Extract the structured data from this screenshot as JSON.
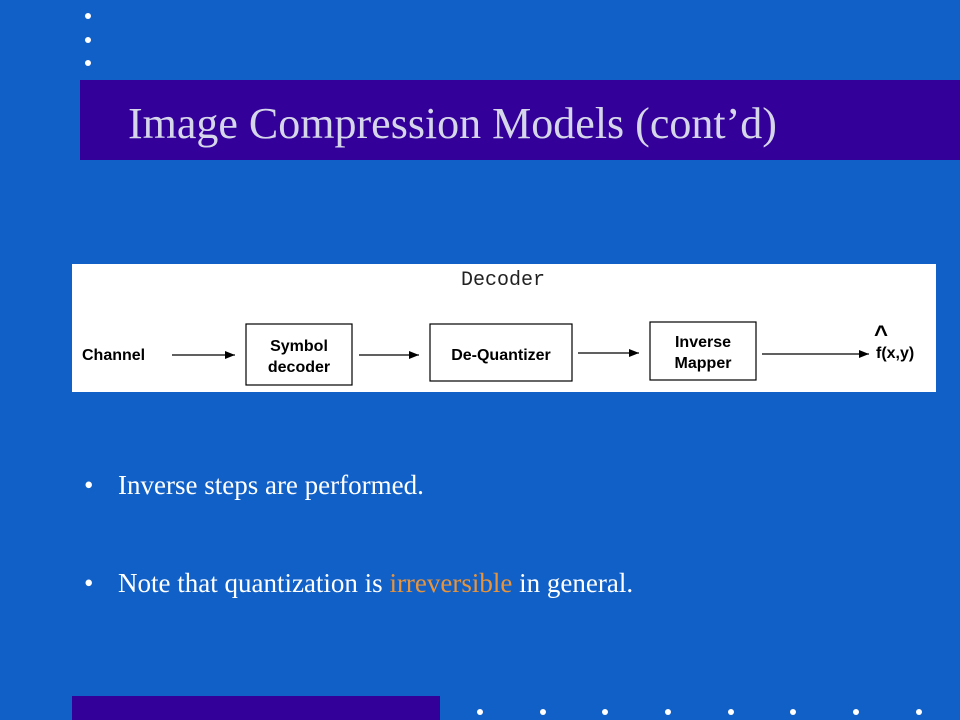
{
  "slide": {
    "title": "Image Compression Models (cont’d)",
    "colors": {
      "background": "#1060c8",
      "title_bar": "#33009a",
      "title_text": "#d6d6ea",
      "highlight": "#e8943a"
    }
  },
  "diagram": {
    "heading": "Decoder",
    "input_label": "Channel",
    "blocks": [
      {
        "line1": "Symbol",
        "line2": "decoder"
      },
      {
        "line1": "De-Quantizer",
        "line2": ""
      },
      {
        "line1": "Inverse",
        "line2": "Mapper"
      }
    ],
    "output_label": "f(x,y)",
    "output_hat": "^"
  },
  "bullets": {
    "item1": "Inverse steps are performed.",
    "item2_before": "Note that quantization is ",
    "item2_highlight": "irreversible",
    "item2_after": " in general."
  },
  "bullet_mark": "•"
}
